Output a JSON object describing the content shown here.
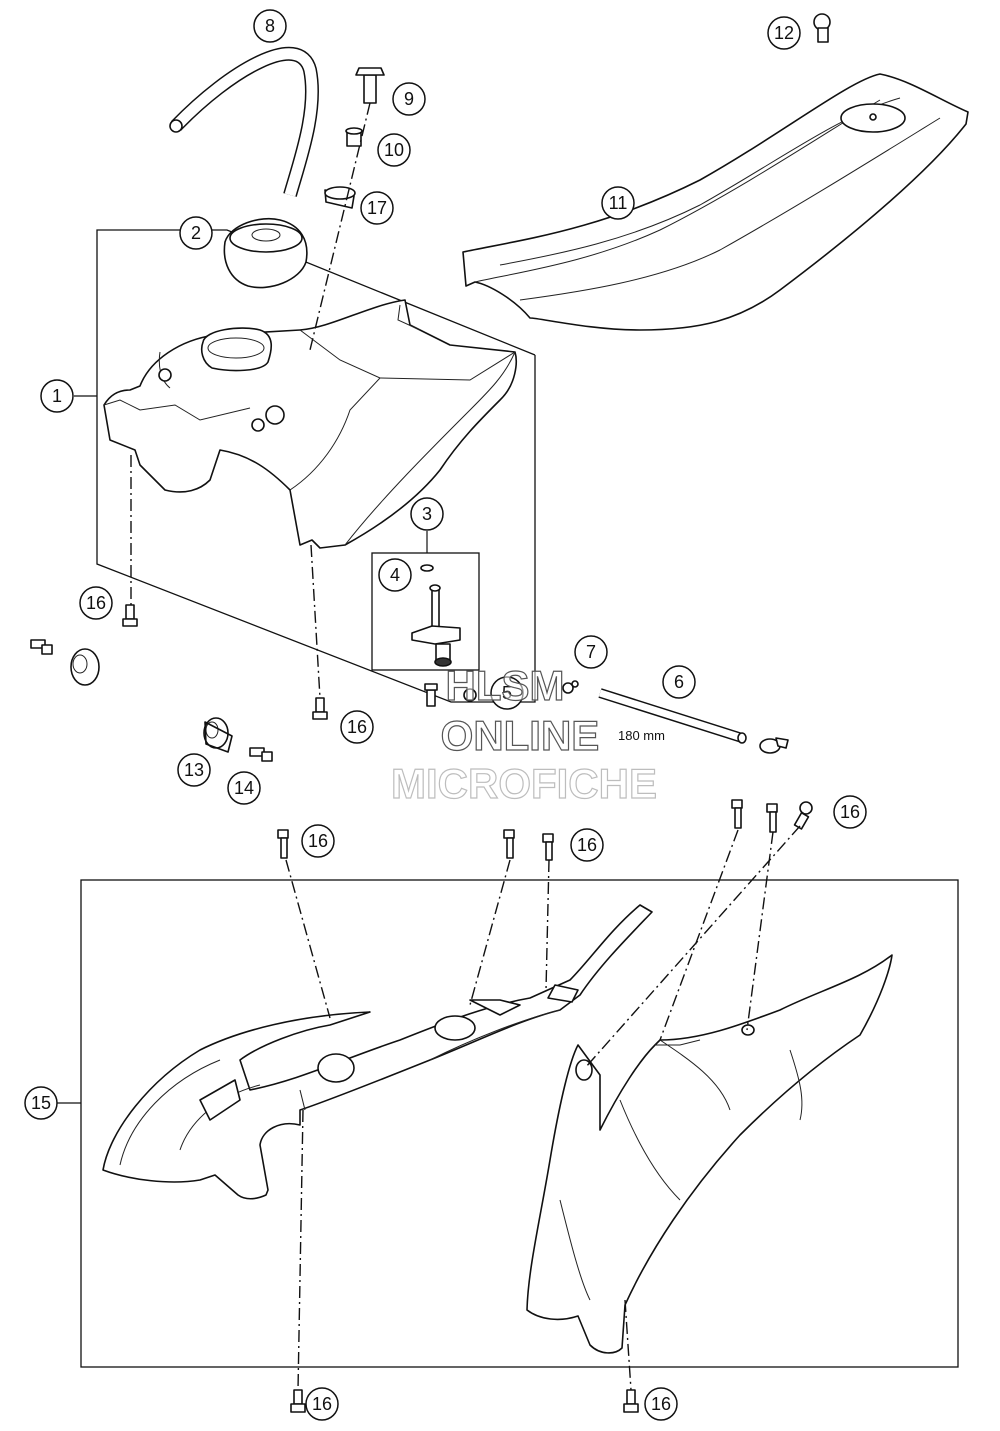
{
  "diagram": {
    "callouts": [
      {
        "id": "c8",
        "label": "8"
      },
      {
        "id": "c9",
        "label": "9"
      },
      {
        "id": "c10",
        "label": "10"
      },
      {
        "id": "c17",
        "label": "17"
      },
      {
        "id": "c12",
        "label": "12"
      },
      {
        "id": "c11",
        "label": "11"
      },
      {
        "id": "c2",
        "label": "2"
      },
      {
        "id": "c1",
        "label": "1"
      },
      {
        "id": "c3",
        "label": "3"
      },
      {
        "id": "c4",
        "label": "4"
      },
      {
        "id": "c7",
        "label": "7"
      },
      {
        "id": "c6",
        "label": "6"
      },
      {
        "id": "c5",
        "label": "5"
      },
      {
        "id": "c16a",
        "label": "16"
      },
      {
        "id": "c16b",
        "label": "16"
      },
      {
        "id": "c13",
        "label": "13"
      },
      {
        "id": "c14",
        "label": "14"
      },
      {
        "id": "c16c",
        "label": "16"
      },
      {
        "id": "c16d",
        "label": "16"
      },
      {
        "id": "c16e",
        "label": "16"
      },
      {
        "id": "c15",
        "label": "15"
      },
      {
        "id": "c16f",
        "label": "16"
      },
      {
        "id": "c16g",
        "label": "16"
      }
    ],
    "hose_length": "180 mm"
  },
  "watermark": {
    "line1": "HLSM",
    "line2": "ONLINE",
    "line3": "MICROFICHE"
  }
}
